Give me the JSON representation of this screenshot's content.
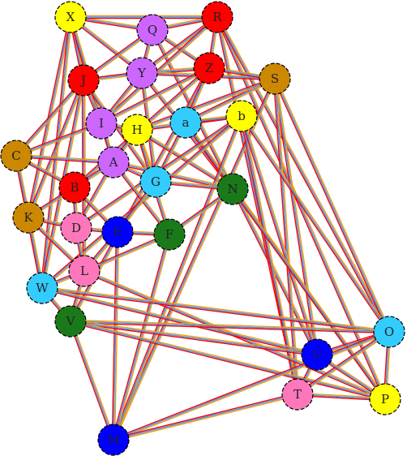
{
  "graph": {
    "edge_colors": [
      "#ff9900",
      "#3399ff",
      "#ff0000"
    ],
    "edge_outline": "#000000",
    "nodes": [
      {
        "id": "X",
        "color": "#ffff00"
      },
      {
        "id": "Q",
        "color": "#cc66ff"
      },
      {
        "id": "R",
        "color": "#ff0000"
      },
      {
        "id": "Y",
        "color": "#cc66ff"
      },
      {
        "id": "Z",
        "color": "#ff0000"
      },
      {
        "id": "S",
        "color": "#cc8800"
      },
      {
        "id": "J",
        "color": "#ff0000"
      },
      {
        "id": "I",
        "color": "#cc66ff"
      },
      {
        "id": "H",
        "color": "#ffff00"
      },
      {
        "id": "a",
        "color": "#33ccff"
      },
      {
        "id": "b",
        "color": "#ffff00"
      },
      {
        "id": "C",
        "color": "#cc8800"
      },
      {
        "id": "A",
        "color": "#cc66ff"
      },
      {
        "id": "B",
        "color": "#ff0000"
      },
      {
        "id": "G",
        "color": "#33ccff"
      },
      {
        "id": "N",
        "color": "#1a7a1a"
      },
      {
        "id": "K",
        "color": "#cc8800"
      },
      {
        "id": "D",
        "color": "#ff77bb"
      },
      {
        "id": "E",
        "color": "#0000ff"
      },
      {
        "id": "F",
        "color": "#1a7a1a"
      },
      {
        "id": "L",
        "color": "#ff77bb"
      },
      {
        "id": "W",
        "color": "#33ccff"
      },
      {
        "id": "V",
        "color": "#1a7a1a"
      },
      {
        "id": "O",
        "color": "#33ccff"
      },
      {
        "id": "U",
        "color": "#0000ff"
      },
      {
        "id": "T",
        "color": "#ff77bb"
      },
      {
        "id": "P",
        "color": "#ffff00"
      },
      {
        "id": "M",
        "color": "#0000ff"
      }
    ],
    "edges": [
      [
        "X",
        "Q"
      ],
      [
        "X",
        "R"
      ],
      [
        "X",
        "Y"
      ],
      [
        "X",
        "J"
      ],
      [
        "X",
        "I"
      ],
      [
        "X",
        "A"
      ],
      [
        "X",
        "K"
      ],
      [
        "X",
        "W"
      ],
      [
        "Q",
        "R"
      ],
      [
        "Q",
        "Y"
      ],
      [
        "Q",
        "Z"
      ],
      [
        "Q",
        "J"
      ],
      [
        "Q",
        "U"
      ],
      [
        "R",
        "Y"
      ],
      [
        "R",
        "Z"
      ],
      [
        "R",
        "I"
      ],
      [
        "R",
        "P"
      ],
      [
        "R",
        "T"
      ],
      [
        "R",
        "O"
      ],
      [
        "Y",
        "J"
      ],
      [
        "Y",
        "Z"
      ],
      [
        "Y",
        "S"
      ],
      [
        "Y",
        "I"
      ],
      [
        "Y",
        "G"
      ],
      [
        "Y",
        "N"
      ],
      [
        "Z",
        "S"
      ],
      [
        "Z",
        "I"
      ],
      [
        "Z",
        "B"
      ],
      [
        "Z",
        "V"
      ],
      [
        "Z",
        "a"
      ],
      [
        "S",
        "U"
      ],
      [
        "S",
        "T"
      ],
      [
        "S",
        "O"
      ],
      [
        "S",
        "a"
      ],
      [
        "S",
        "M"
      ],
      [
        "S",
        "H"
      ],
      [
        "J",
        "C"
      ],
      [
        "J",
        "L"
      ],
      [
        "J",
        "I"
      ],
      [
        "J",
        "W"
      ],
      [
        "J",
        "K"
      ],
      [
        "J",
        "G"
      ],
      [
        "I",
        "A"
      ],
      [
        "I",
        "C"
      ],
      [
        "I",
        "H"
      ],
      [
        "H",
        "A"
      ],
      [
        "H",
        "b"
      ],
      [
        "H",
        "G"
      ],
      [
        "H",
        "F"
      ],
      [
        "H",
        "N"
      ],
      [
        "a",
        "b"
      ],
      [
        "a",
        "G"
      ],
      [
        "a",
        "N"
      ],
      [
        "a",
        "P"
      ],
      [
        "b",
        "M"
      ],
      [
        "b",
        "T"
      ],
      [
        "b",
        "U"
      ],
      [
        "b",
        "D"
      ],
      [
        "b",
        "W"
      ],
      [
        "b",
        "O"
      ],
      [
        "C",
        "A"
      ],
      [
        "C",
        "B"
      ],
      [
        "C",
        "K"
      ],
      [
        "C",
        "W"
      ],
      [
        "A",
        "B"
      ],
      [
        "A",
        "G"
      ],
      [
        "A",
        "N"
      ],
      [
        "A",
        "D"
      ],
      [
        "A",
        "F"
      ],
      [
        "B",
        "D"
      ],
      [
        "B",
        "E"
      ],
      [
        "B",
        "K"
      ],
      [
        "G",
        "N"
      ],
      [
        "G",
        "E"
      ],
      [
        "N",
        "F"
      ],
      [
        "N",
        "P"
      ],
      [
        "K",
        "D"
      ],
      [
        "K",
        "W"
      ],
      [
        "K",
        "L"
      ],
      [
        "D",
        "E"
      ],
      [
        "D",
        "L"
      ],
      [
        "E",
        "F"
      ],
      [
        "E",
        "L"
      ],
      [
        "E",
        "M"
      ],
      [
        "F",
        "M"
      ],
      [
        "F",
        "L"
      ],
      [
        "L",
        "V"
      ],
      [
        "L",
        "W"
      ],
      [
        "L",
        "P"
      ],
      [
        "W",
        "V"
      ],
      [
        "W",
        "O"
      ],
      [
        "W",
        "U"
      ],
      [
        "V",
        "O"
      ],
      [
        "V",
        "U"
      ],
      [
        "V",
        "M"
      ],
      [
        "V",
        "P"
      ],
      [
        "O",
        "U"
      ],
      [
        "O",
        "T"
      ],
      [
        "O",
        "P"
      ],
      [
        "O",
        "M"
      ],
      [
        "U",
        "T"
      ],
      [
        "U",
        "P"
      ],
      [
        "T",
        "P"
      ],
      [
        "T",
        "M"
      ]
    ]
  }
}
